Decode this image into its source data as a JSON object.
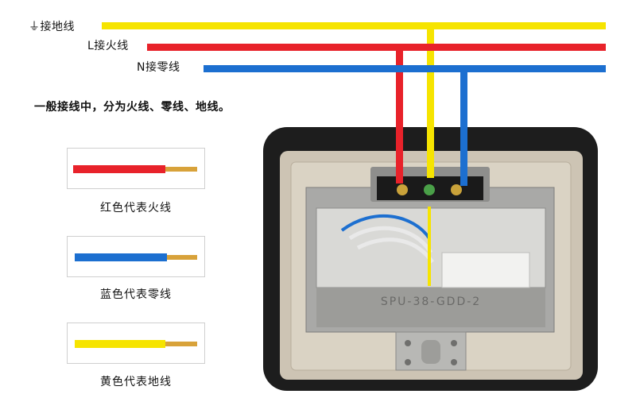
{
  "wires": {
    "ground": {
      "label": "接地线",
      "symbol": "⏚",
      "color": "#f6e400"
    },
    "live": {
      "label": "L接火线",
      "color": "#e8222a"
    },
    "neutral": {
      "label": "N接零线",
      "color": "#1c6fd0"
    }
  },
  "description": "一般接线中，分为火线、零线、地线。",
  "legend": [
    {
      "caption": "红色代表火线",
      "color": "#e8222a"
    },
    {
      "caption": "蓝色代表零线",
      "color": "#1c6fd0"
    },
    {
      "caption": "黄色代表地线",
      "color": "#f6e400"
    }
  ],
  "socket": {
    "model_text": "SPU-38-GDD-2"
  }
}
